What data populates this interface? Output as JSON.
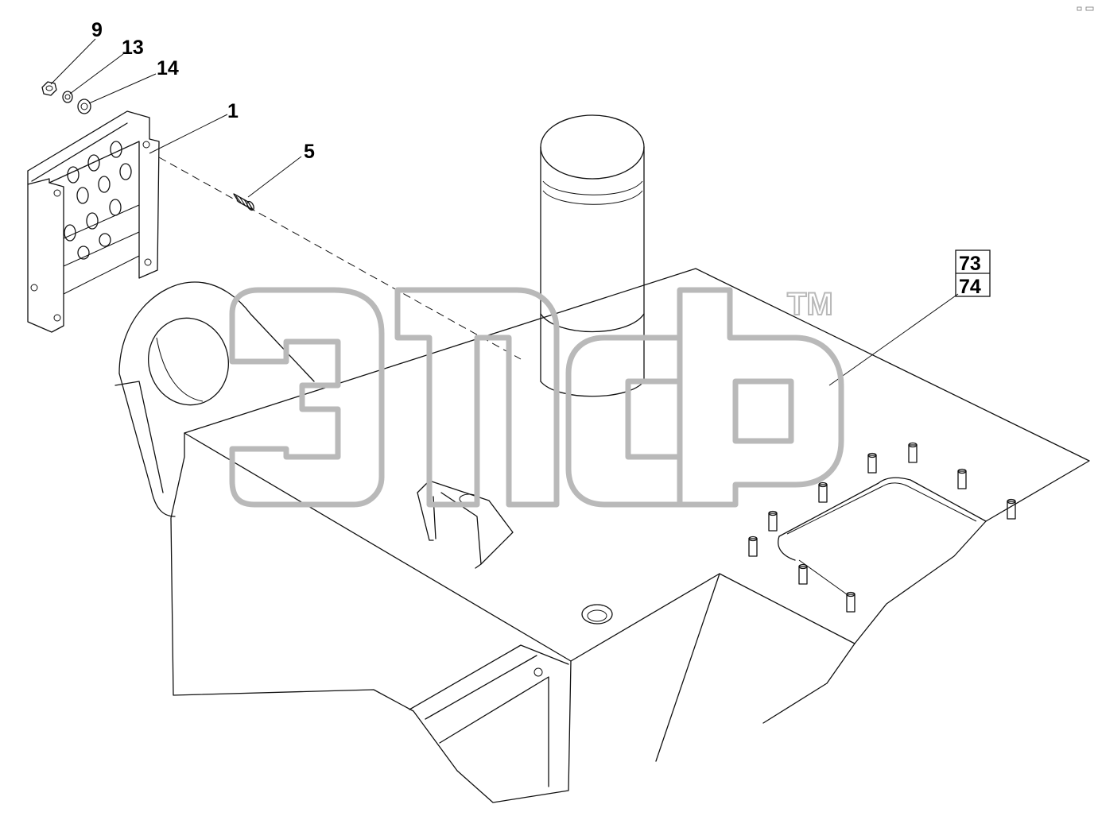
{
  "callouts": [
    {
      "id": "c9",
      "label": "9"
    },
    {
      "id": "c13",
      "label": "13"
    },
    {
      "id": "c14",
      "label": "14"
    },
    {
      "id": "c1",
      "label": "1"
    },
    {
      "id": "c5",
      "label": "5"
    },
    {
      "id": "c73",
      "label": "73"
    },
    {
      "id": "c74",
      "label": "74"
    }
  ],
  "watermark": {
    "text": "TM"
  },
  "colors": {
    "line": "#111111",
    "watermark": "#b9b9b9",
    "background": "#ffffff"
  }
}
